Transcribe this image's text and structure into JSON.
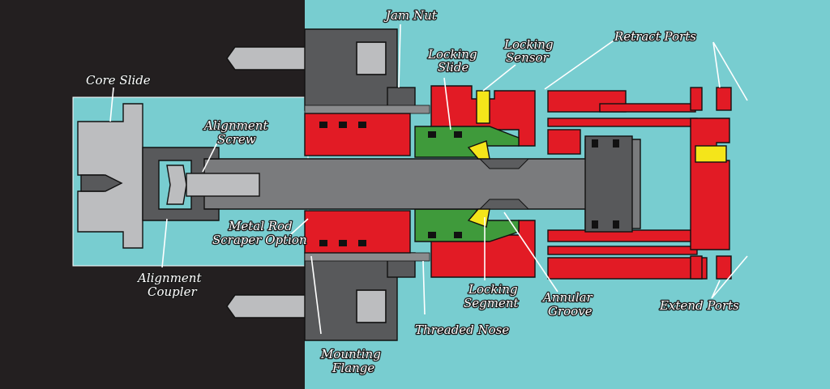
{
  "colors": {
    "dark_background": "#231f20",
    "teal_background": "#78cdd0",
    "red_parts": "#e21b25",
    "green_slide": "#3f9a3b",
    "yellow_parts": "#f4e51a",
    "gray_rod": "#7a7b7d",
    "light_gray": "#bcbdbf",
    "dark_gray_flange": "#58595b",
    "labels": "#ffffff"
  },
  "labels": {
    "core_slide": "Core Slide",
    "alignment_screw": [
      "Alignment",
      "Screw"
    ],
    "metal_rod_scraper": [
      "Metal Rod",
      "Scraper Option"
    ],
    "alignment_coupler": [
      "Alignment",
      "Coupler"
    ],
    "jam_nut": "Jam Nut",
    "locking_slide": [
      "Locking",
      "Slide"
    ],
    "locking_sensor": [
      "Locking",
      "Sensor"
    ],
    "retract_ports": "Retract Ports",
    "extend_ports": "Extend Ports",
    "locking_segment": [
      "Locking",
      "Segment"
    ],
    "annular_groove": [
      "Annular",
      "Groove"
    ],
    "threaded_nose": "Threaded Nose",
    "mounting_flange": [
      "Mounting",
      "Flange"
    ]
  }
}
